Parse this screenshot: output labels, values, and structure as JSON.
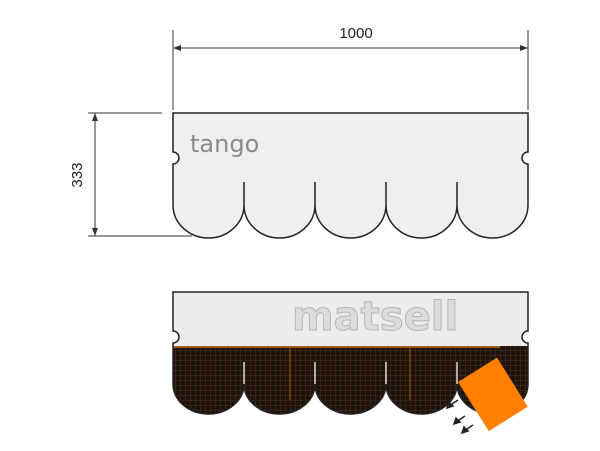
{
  "dimensions": {
    "width_label": "1000",
    "height_label": "333"
  },
  "shingle": {
    "model_name": "tango"
  },
  "watermark": {
    "brand": "matsell"
  },
  "colors": {
    "shingle_fill": "#efefef",
    "outline": "#222222",
    "tile_dark": "#2a1a10",
    "accent": "#ff7f00"
  }
}
